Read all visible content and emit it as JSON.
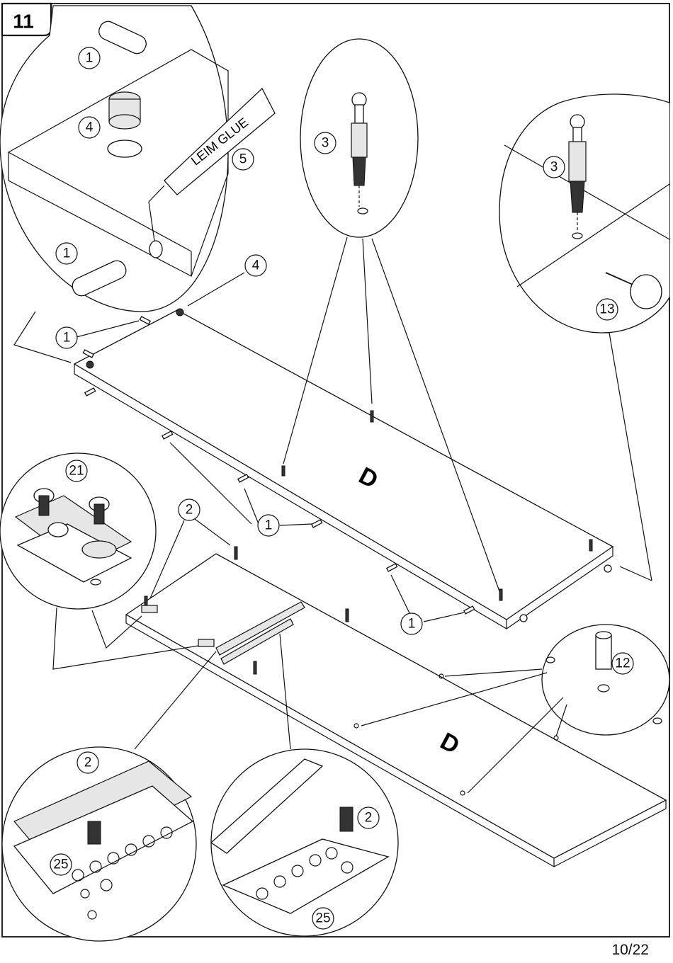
{
  "step_number": "11",
  "page_number": "10/22",
  "glue_label": "LEIM GLUE",
  "panel_letter": "D",
  "part_numbers": {
    "dowel": "1",
    "screw": "2",
    "cam_bolt": "3",
    "cam_lock": "4",
    "glue": "5",
    "shelf_support": "12",
    "glide": "13",
    "hinge_plate": "21",
    "drawer_runner": "25"
  }
}
